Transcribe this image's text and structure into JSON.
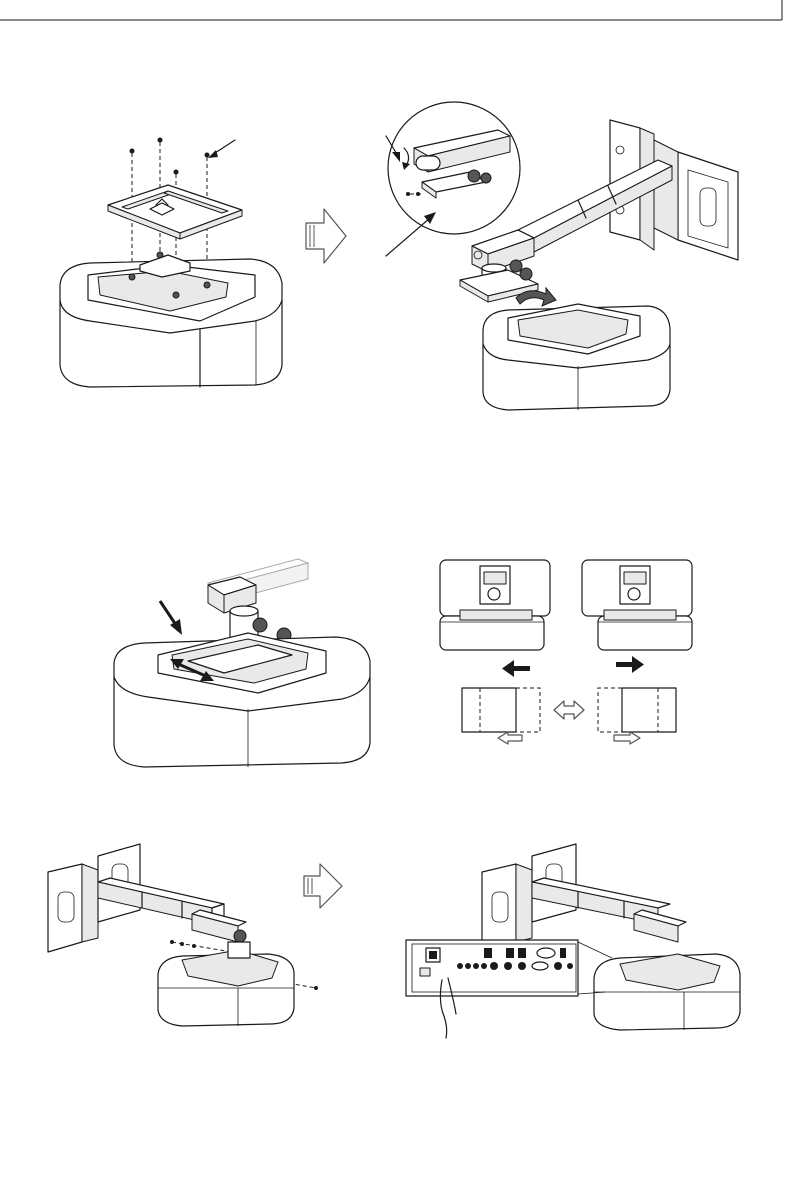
{
  "document": {
    "type": "installation-diagram",
    "text_content": []
  },
  "colors": {
    "line": "#1a1a1a",
    "fill": "#ffffff",
    "shade": "#e9e9e9"
  },
  "figures": [
    {
      "id": "step1-attach-plate",
      "icons": [
        "screw-icon",
        "mount-plate-icon",
        "projector-icon",
        "pointer-arrow-icon"
      ]
    },
    {
      "id": "step-arrow-1",
      "icons": [
        "step-arrow-icon"
      ]
    },
    {
      "id": "step2-attach-arm",
      "icons": [
        "zoom-detail-icon",
        "wall-bracket-icon",
        "arm-icon",
        "rotate-arrow-icon"
      ]
    },
    {
      "id": "step3-slide-adjust",
      "icons": [
        "projector-icon",
        "double-arrow-icon",
        "pointer-arrow-icon"
      ]
    },
    {
      "id": "step4-shift-diagram",
      "icons": [
        "left-arrow-icon",
        "right-arrow-icon",
        "screen-frame-icon",
        "swap-arrow-icon"
      ]
    },
    {
      "id": "step-arrow-2",
      "icons": [
        "step-arrow-icon"
      ]
    },
    {
      "id": "step5-secure-screws",
      "icons": [
        "wall-bracket-icon",
        "screw-icon"
      ]
    },
    {
      "id": "step6-cable-connection",
      "icons": [
        "io-panel-icon",
        "cable-icon"
      ]
    }
  ]
}
